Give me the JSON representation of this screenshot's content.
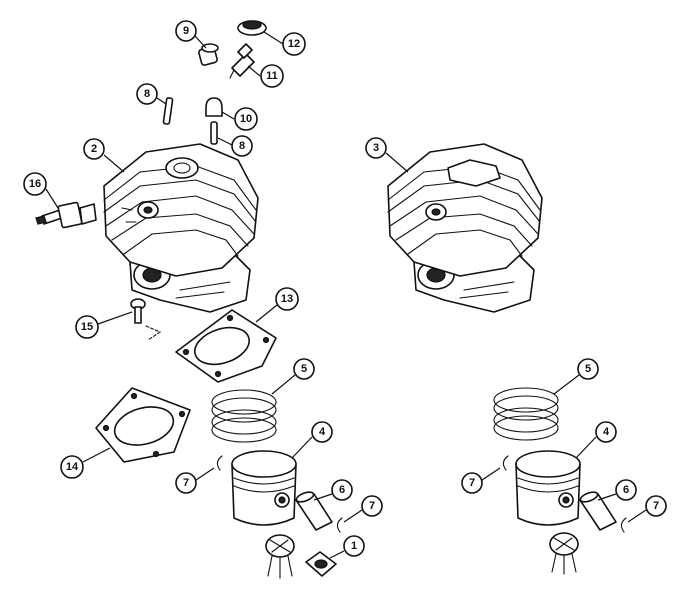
{
  "callouts": [
    {
      "id": "c9",
      "label": "9"
    },
    {
      "id": "c12",
      "label": "12"
    },
    {
      "id": "c11",
      "label": "11"
    },
    {
      "id": "c8a",
      "label": "8"
    },
    {
      "id": "c10",
      "label": "10"
    },
    {
      "id": "c8b",
      "label": "8"
    },
    {
      "id": "c2",
      "label": "2"
    },
    {
      "id": "c3",
      "label": "3"
    },
    {
      "id": "c16",
      "label": "16"
    },
    {
      "id": "c15",
      "label": "15"
    },
    {
      "id": "c13",
      "label": "13"
    },
    {
      "id": "c5a",
      "label": "5"
    },
    {
      "id": "c5b",
      "label": "5"
    },
    {
      "id": "c4a",
      "label": "4"
    },
    {
      "id": "c4b",
      "label": "4"
    },
    {
      "id": "c14",
      "label": "14"
    },
    {
      "id": "c7a",
      "label": "7"
    },
    {
      "id": "c7b",
      "label": "7"
    },
    {
      "id": "c7c",
      "label": "7"
    },
    {
      "id": "c7d",
      "label": "7"
    },
    {
      "id": "c6a",
      "label": "6"
    },
    {
      "id": "c6b",
      "label": "6"
    },
    {
      "id": "c1",
      "label": "1"
    }
  ]
}
